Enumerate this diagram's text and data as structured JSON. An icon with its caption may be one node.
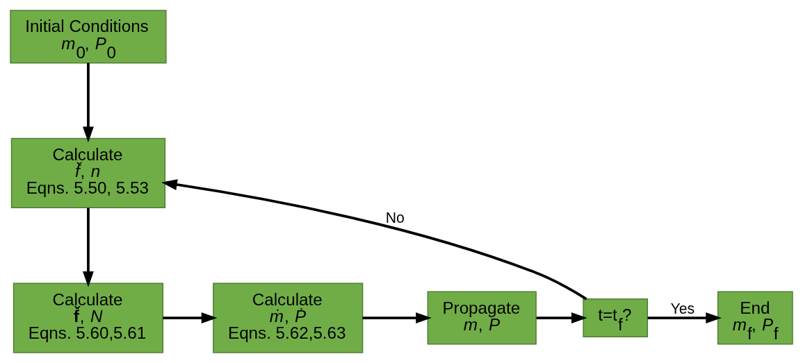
{
  "diagram": {
    "nodes": [
      {
        "text": [
          "Initial Conditions",
          "*m*$_{0}$, *P*$_{0}$"
        ]
      },
      {
        "text": [
          "Calculate",
          "*f̌*, *n*",
          "Eqns. 5.50, 5.53"
        ]
      },
      {
        "text": [
          "Calculate",
          "**f̌**, *N*",
          "Eqns. 5.60,5.61"
        ]
      },
      {
        "text": [
          "Calculate",
          "*ṁ*, *Ṗ*",
          "Eqns. 5.62,5.63"
        ]
      },
      {
        "text": [
          "Propagate",
          "*m*, *P*"
        ]
      },
      {
        "text": [
          "t=t$_{f}$?"
        ]
      },
      {
        "text": [
          "End",
          "*m*$_{f}$, *P*$_{f}$"
        ]
      }
    ],
    "edges": [
      {
        "from": 0,
        "to": 1,
        "arrow": "to"
      },
      {
        "from": 1,
        "to": 2,
        "arrow": "to"
      },
      {
        "from": 2,
        "to": 3,
        "arrow": "to"
      },
      {
        "from": 3,
        "to": 4,
        "arrow": "to"
      },
      {
        "from": 4,
        "to": 5,
        "arrow": "to"
      },
      {
        "from": 5,
        "to": 6,
        "arrow": "to",
        "label": "Yes"
      },
      {
        "from": 5,
        "to": 1,
        "arrow": "to",
        "label": "No"
      }
    ]
  }
}
